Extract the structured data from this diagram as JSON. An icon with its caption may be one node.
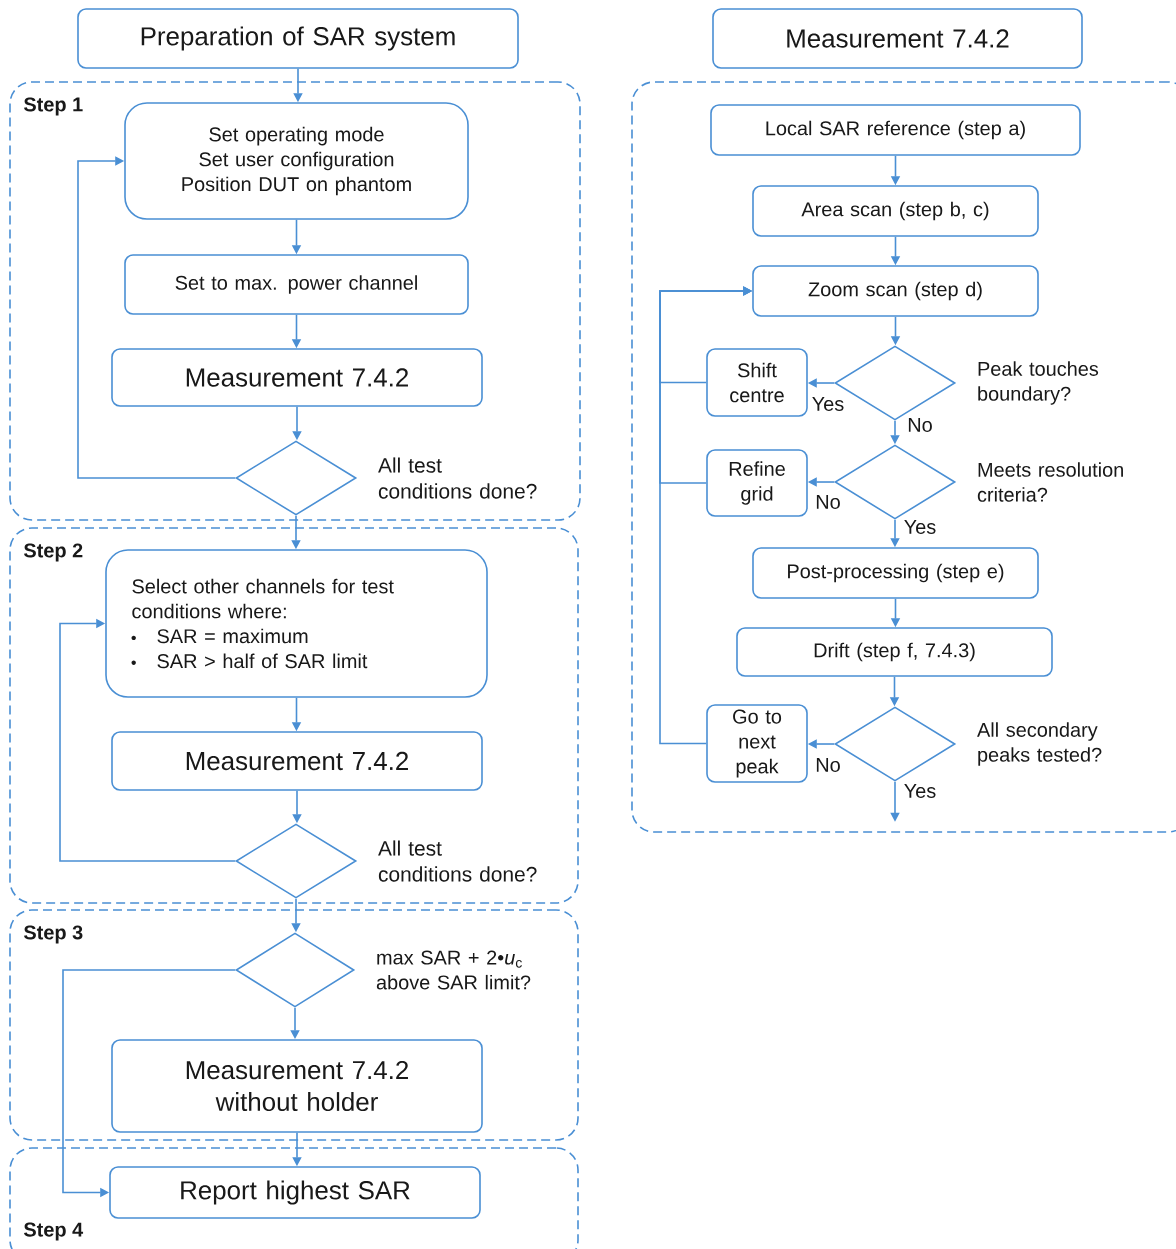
{
  "diagram": {
    "nodes": [
      {
        "text": [
          "Preparation of SAR system"
        ]
      },
      {
        "text": [
          "Step 1"
        ]
      },
      {
        "text": [
          "Set operating mode",
          "Set user configuration",
          "Position DUT on phantom"
        ],
        "in": 1
      },
      {
        "text": [
          "Set to max. power channel"
        ],
        "in": 1
      },
      {
        "text": [
          "Measurement 7.4.2"
        ],
        "in": 1
      },
      {
        "text": [],
        "shape": "diamond",
        "beside": [
          "All test conditions done?"
        ],
        "in": 1
      },
      {
        "text": [
          "Step 2"
        ]
      },
      {
        "text": [
          "Select other channels for test conditions where:",
          "SAR = maximum",
          "SAR > half of SAR limit"
        ],
        "in": 6
      },
      {
        "text": [
          "Measurement 7.4.2"
        ],
        "in": 6
      },
      {
        "text": [],
        "shape": "diamond",
        "beside": [
          "All test conditions done?"
        ],
        "in": 6
      },
      {
        "text": [
          "Step 3"
        ]
      },
      {
        "text": [],
        "shape": "diamond",
        "beside": [
          "max SAR + 2•*u*$_{c}$ above SAR limit?"
        ],
        "in": 10
      },
      {
        "text": [
          "Measurement 7.4.2 without holder"
        ],
        "in": 10
      },
      {
        "text": [
          "Step 4"
        ]
      },
      {
        "text": [
          "Report highest SAR"
        ],
        "in": 13
      },
      {
        "text": [
          "Measurement 7.4.2"
        ]
      },
      {
        "text": [],
        "shape": "box"
      },
      {
        "text": [
          "Local SAR reference (step a)"
        ],
        "in": 16
      },
      {
        "text": [
          "Area scan (step b, c)"
        ],
        "in": 16
      },
      {
        "text": [
          "Zoom scan (step d)"
        ],
        "in": 16
      },
      {
        "text": [],
        "shape": "diamond",
        "beside": [
          "Peak touches boundary?"
        ],
        "in": 16
      },
      {
        "text": [
          "Shift centre"
        ],
        "in": 16
      },
      {
        "text": [],
        "shape": "diamond",
        "beside": [
          "Meets resolution criteria?"
        ],
        "in": 16
      },
      {
        "text": [
          "Refine grid"
        ],
        "in": 16
      },
      {
        "text": [
          "Post-processing (step e)"
        ],
        "in": 16
      },
      {
        "text": [
          "Drift (step f, 7.4.3)"
        ],
        "in": 16
      },
      {
        "text": [],
        "shape": "diamond",
        "beside": [
          "All secondary peaks tested?"
        ],
        "in": 16
      },
      {
        "text": [
          "Go to next peak"
        ],
        "in": 16
      }
    ],
    "edges": [
      {
        "from": 0,
        "to": 2,
        "arrow": "to"
      },
      {
        "from": 2,
        "to": 3,
        "arrow": "to"
      },
      {
        "from": 3,
        "to": 4,
        "arrow": "to"
      },
      {
        "from": 4,
        "to": 5,
        "arrow": "to"
      },
      {
        "from": 5,
        "to": 2,
        "arrow": "to"
      },
      {
        "from": 5,
        "to": 7,
        "arrow": "to"
      },
      {
        "from": 7,
        "to": 8,
        "arrow": "to"
      },
      {
        "from": 8,
        "to": 9,
        "arrow": "to"
      },
      {
        "from": 9,
        "to": 7,
        "arrow": "to"
      },
      {
        "from": 9,
        "to": 11,
        "arrow": "to"
      },
      {
        "from": 11,
        "to": 12,
        "arrow": "to"
      },
      {
        "from": 11,
        "to": 14,
        "arrow": "to"
      },
      {
        "from": 12,
        "to": 14,
        "arrow": "to"
      },
      {
        "from": 17,
        "to": 18,
        "arrow": "to"
      },
      {
        "from": 18,
        "to": 19,
        "arrow": "to"
      },
      {
        "from": 19,
        "to": 20,
        "arrow": "to"
      },
      {
        "from": 20,
        "to": 21,
        "arrow": "to",
        "label": "Yes"
      },
      {
        "from": 20,
        "to": 22,
        "arrow": "to",
        "label": "No"
      },
      {
        "from": 22,
        "to": 23,
        "arrow": "to",
        "label": "No"
      },
      {
        "from": 22,
        "to": 24,
        "arrow": "to",
        "label": "Yes"
      },
      {
        "from": 24,
        "to": 25,
        "arrow": "to"
      },
      {
        "from": 25,
        "to": 26,
        "arrow": "to"
      },
      {
        "from": 26,
        "to": 27,
        "arrow": "to",
        "label": "No"
      },
      {
        "from": 26,
        "to": null,
        "arrow": "to",
        "label": "Yes"
      },
      {
        "from": 21,
        "to": 19,
        "arrow": "to"
      },
      {
        "from": 23,
        "to": 19,
        "arrow": "to"
      },
      {
        "from": 27,
        "to": 19,
        "arrow": "to"
      }
    ]
  }
}
